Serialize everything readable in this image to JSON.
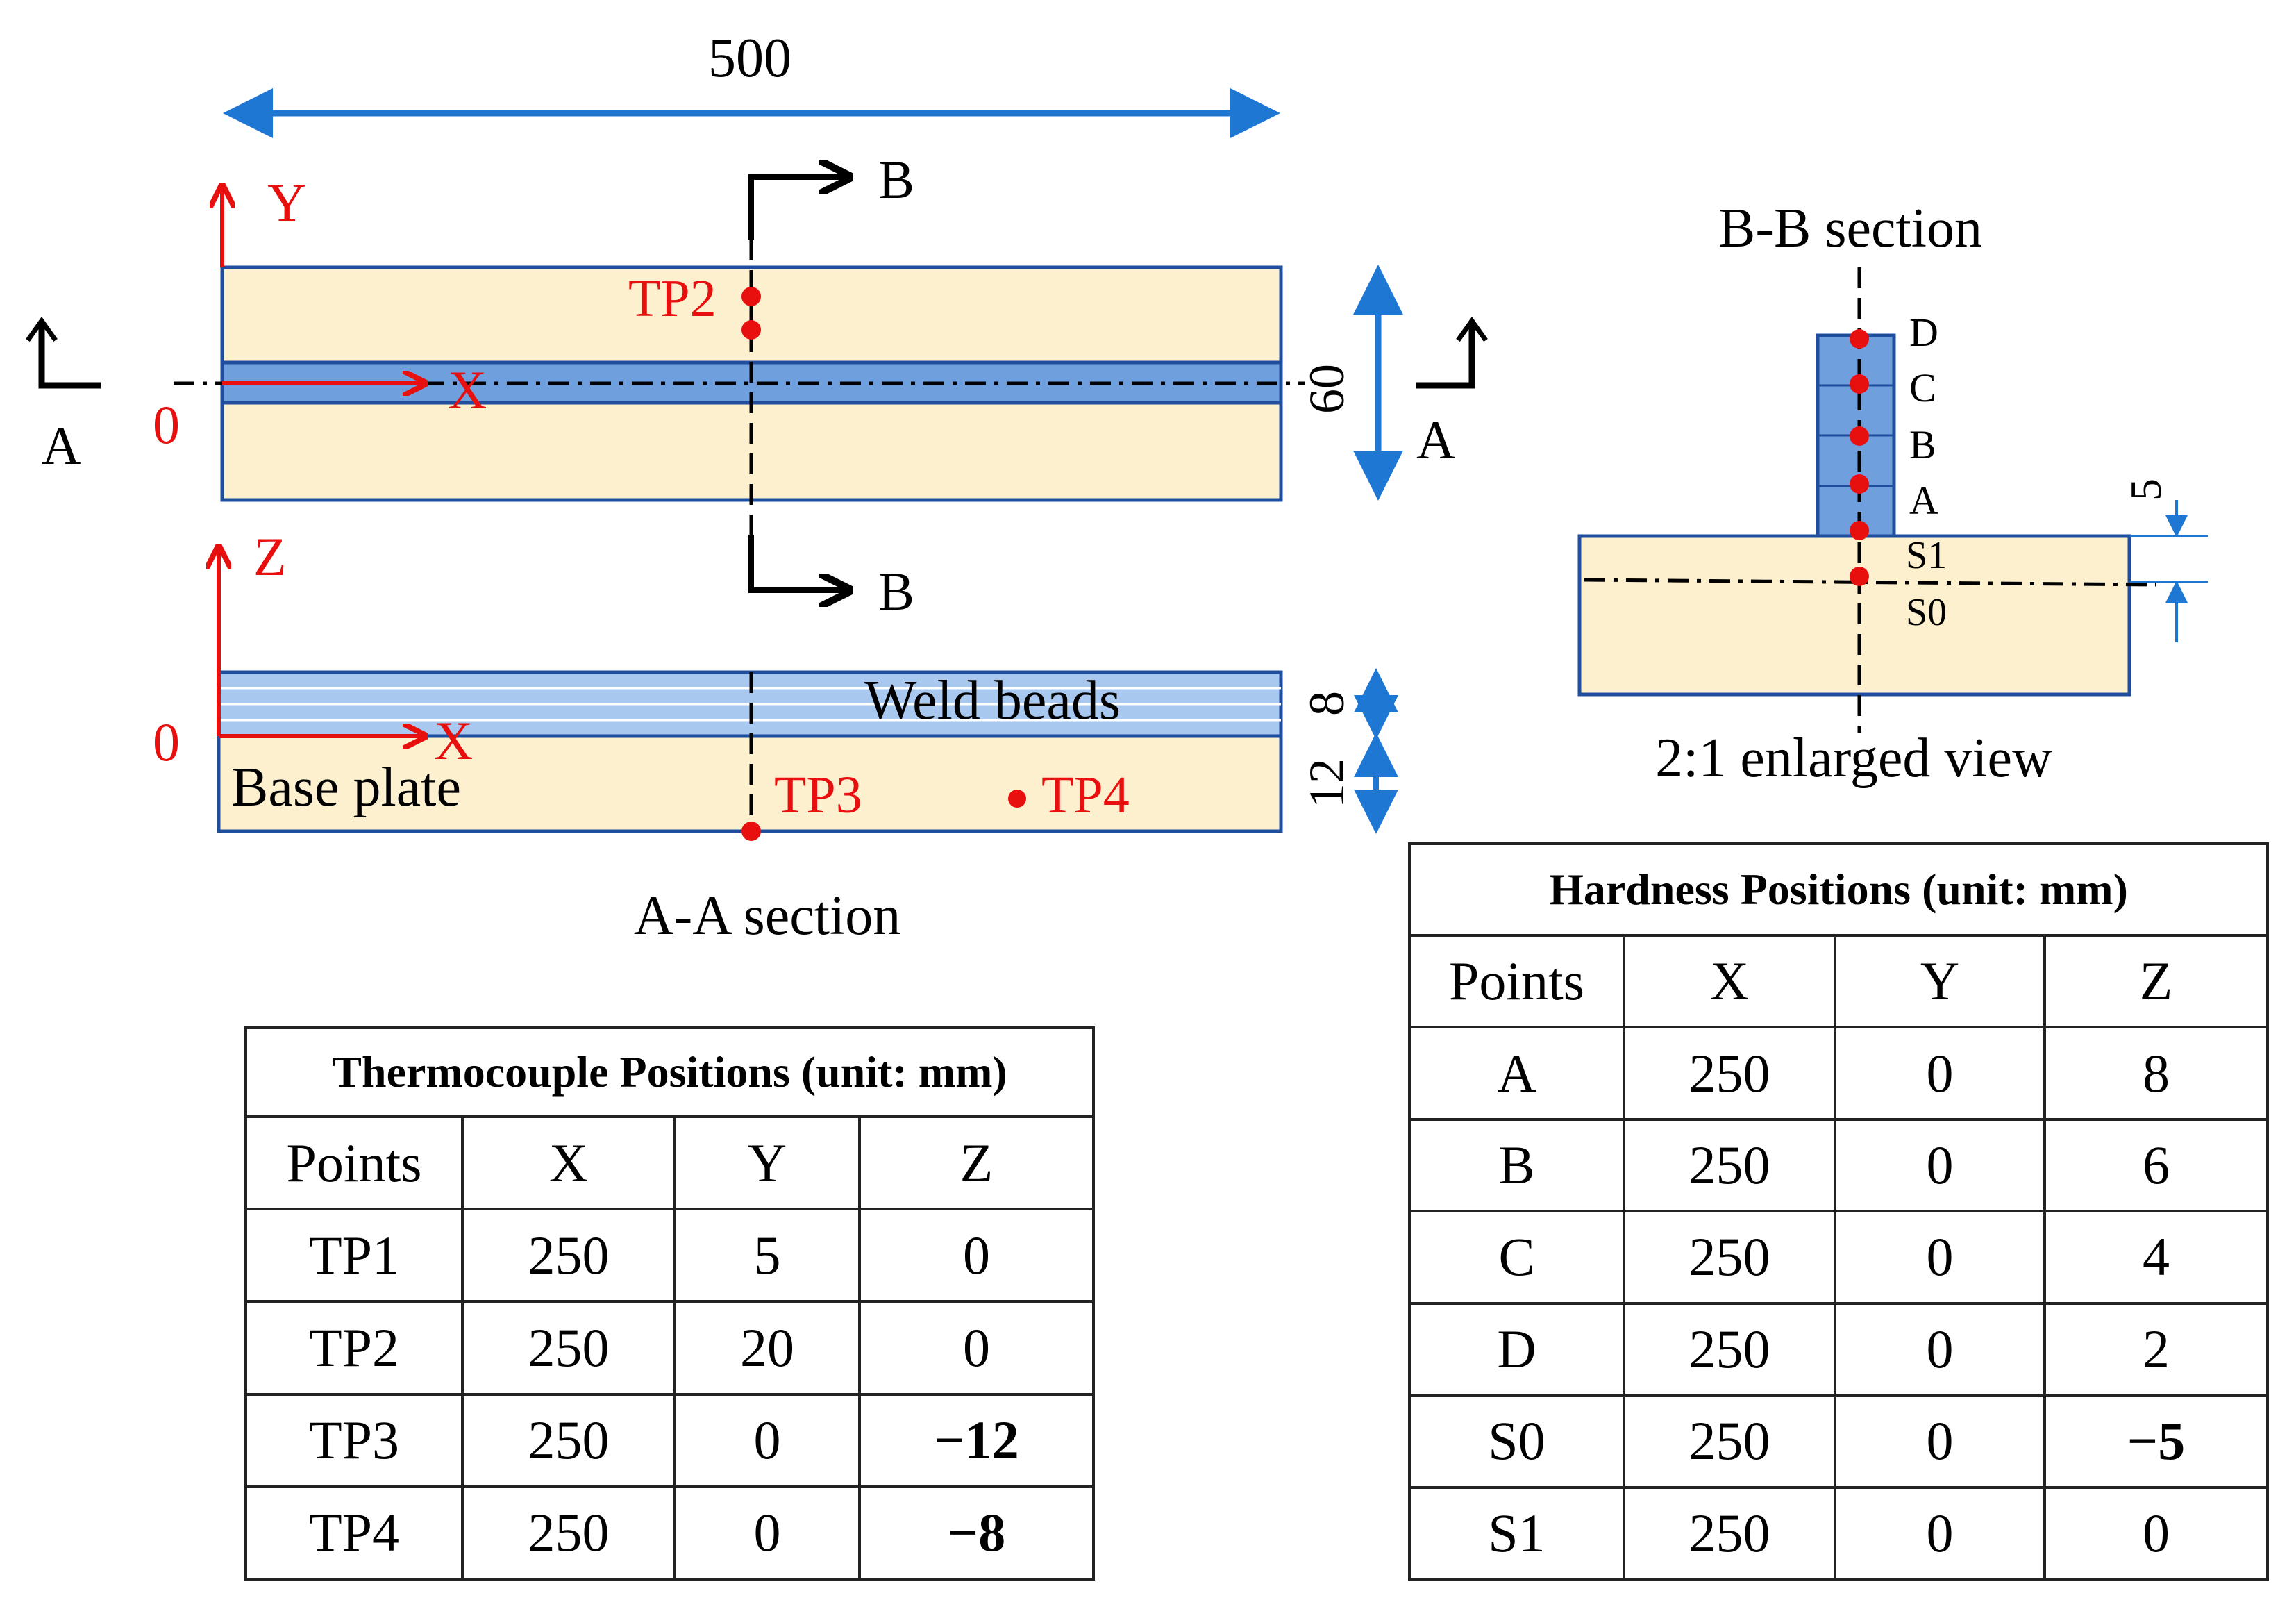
{
  "colors": {
    "plate": "#fdf0cf",
    "bead": "#6f9fdc",
    "bead_light": "#a9c8f0",
    "outline": "#1f4e9e",
    "dimension": "#1f77d4",
    "red": "#e8100f",
    "black": "#000000"
  },
  "top_view": {
    "length_dim": "500",
    "width_dim": "60",
    "axis_y": "Y",
    "axis_x": "X",
    "origin": "0",
    "section_a_left": "A",
    "section_a_right": "A",
    "section_b_top": "B",
    "section_b_bottom": "B",
    "tp2_label": "TP2"
  },
  "aa_section": {
    "axis_z": "Z",
    "axis_x": "X",
    "origin": "0",
    "weld_beads_label": "Weld beads",
    "base_plate_label": "Base plate",
    "bead_dim": "8",
    "plate_dim": "12",
    "tp3_label": "TP3",
    "tp4_label": "TP4",
    "caption": "A-A section"
  },
  "bb_section": {
    "title": "B-B section",
    "points": [
      "D",
      "C",
      "B",
      "A",
      "S1",
      "S0"
    ],
    "dim": "5",
    "caption": "2:1 enlarged view"
  },
  "thermocouple_table": {
    "title": "Thermocouple Positions (unit: mm)",
    "headers": [
      "Points",
      "X",
      "Y",
      "Z"
    ],
    "rows": [
      [
        "TP1",
        "250",
        "5",
        "0"
      ],
      [
        "TP2",
        "250",
        "20",
        "0"
      ],
      [
        "TP3",
        "250",
        "0",
        "−12"
      ],
      [
        "TP4",
        "250",
        "0",
        "−8"
      ]
    ]
  },
  "hardness_table": {
    "title": "Hardness Positions (unit: mm)",
    "headers": [
      "Points",
      "X",
      "Y",
      "Z"
    ],
    "rows": [
      [
        "A",
        "250",
        "0",
        "8"
      ],
      [
        "B",
        "250",
        "0",
        "6"
      ],
      [
        "C",
        "250",
        "0",
        "4"
      ],
      [
        "D",
        "250",
        "0",
        "2"
      ],
      [
        "S0",
        "250",
        "0",
        "−5"
      ],
      [
        "S1",
        "250",
        "0",
        "0"
      ]
    ]
  }
}
